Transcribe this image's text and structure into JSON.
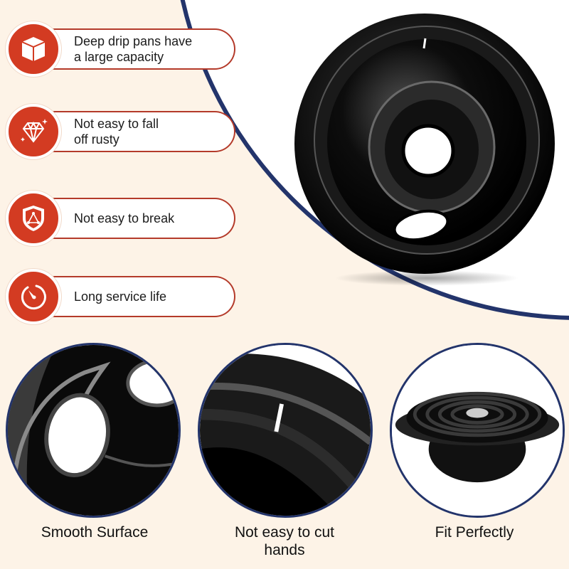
{
  "colors": {
    "background": "#fdf3e7",
    "accent_red": "#d33b22",
    "pill_border": "#b43a2a",
    "navy_outline": "#23346b"
  },
  "features": [
    {
      "icon": "cube-icon",
      "label": "Deep drip pans have\na large capacity"
    },
    {
      "icon": "diamond-icon",
      "label": "Not easy to fall\noff rusty"
    },
    {
      "icon": "shield-icon",
      "label": "Not easy to break"
    },
    {
      "icon": "timer-icon",
      "label": "Long service life"
    }
  ],
  "details": [
    {
      "image": "smooth-surface-closeup",
      "caption": "Smooth Surface"
    },
    {
      "image": "rim-edge-closeup",
      "caption": "Not easy to cut\nhands"
    },
    {
      "image": "burner-fit-photo",
      "caption": "Fit Perfectly"
    }
  ],
  "product": {
    "image": "black-drip-pan"
  }
}
